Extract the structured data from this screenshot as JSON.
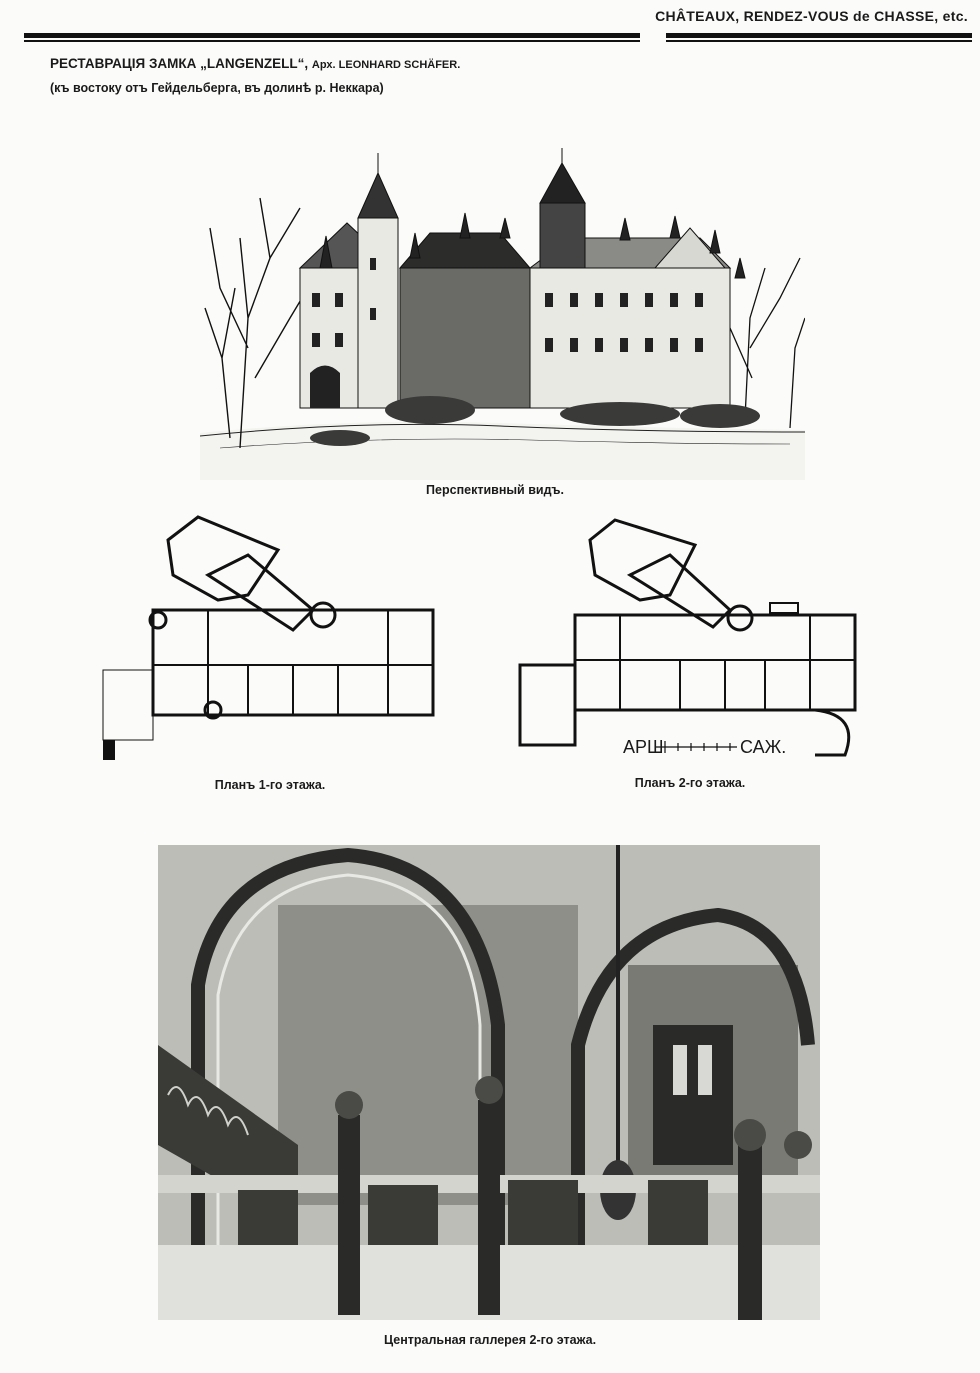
{
  "header": {
    "running_title": "CHÂTEAUX, RENDEZ-VOUS de CHASSE, etc."
  },
  "article": {
    "title": "РЕСТАВРАЦІЯ ЗАМКА „LANGENZELL“,",
    "architect": "Арх. LEONHARD SCHÄFER.",
    "subtitle": "(къ востоку отъ Гейдельберга, въ долинѣ р. Неккара)"
  },
  "figures": {
    "perspective_caption": "Перспективный видъ.",
    "plan1_caption": "Планъ 1-го этажа.",
    "plan2_caption": "Планъ 2-го этажа.",
    "gallery_caption": "Центральная галлерея 2-го этажа.",
    "scale_left": "АРШ",
    "scale_right": "САЖ."
  }
}
